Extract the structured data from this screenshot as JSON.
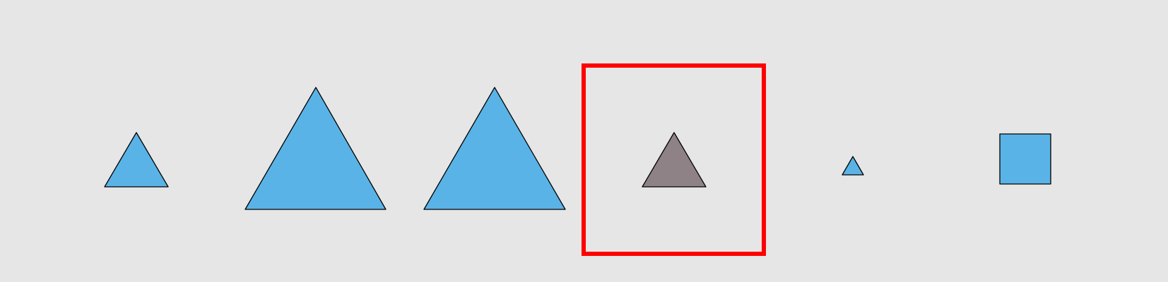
{
  "colors": {
    "background": "#e6e6e6",
    "shape_fill": "#5ab3e6",
    "highlighted_fill": "#8e8286",
    "outline": "#000000",
    "highlight_frame": "#ff0000"
  },
  "shapes": [
    {
      "kind": "triangle",
      "size": "small",
      "highlighted": false
    },
    {
      "kind": "triangle",
      "size": "large",
      "highlighted": false
    },
    {
      "kind": "triangle",
      "size": "large",
      "highlighted": false
    },
    {
      "kind": "triangle",
      "size": "small",
      "highlighted": true
    },
    {
      "kind": "triangle",
      "size": "tiny",
      "highlighted": false
    },
    {
      "kind": "square",
      "size": "small",
      "highlighted": false
    }
  ]
}
